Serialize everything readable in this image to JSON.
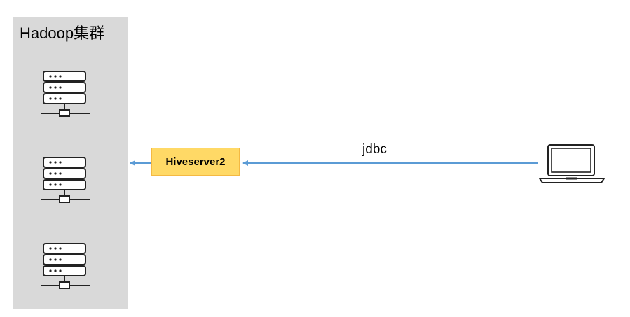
{
  "cluster": {
    "title": "Hadoop集群",
    "servers": [
      {
        "icon": "server-rack-icon"
      },
      {
        "icon": "server-rack-icon"
      },
      {
        "icon": "server-rack-icon"
      }
    ]
  },
  "hiveserver": {
    "label": "Hiveserver2"
  },
  "connection": {
    "label": "jdbc"
  },
  "client": {
    "icon": "laptop-icon"
  },
  "colors": {
    "cluster_bg": "#d9d9d9",
    "node_fill": "#ffd966",
    "node_border": "#f4b942",
    "arrow": "#5b9bd5"
  }
}
